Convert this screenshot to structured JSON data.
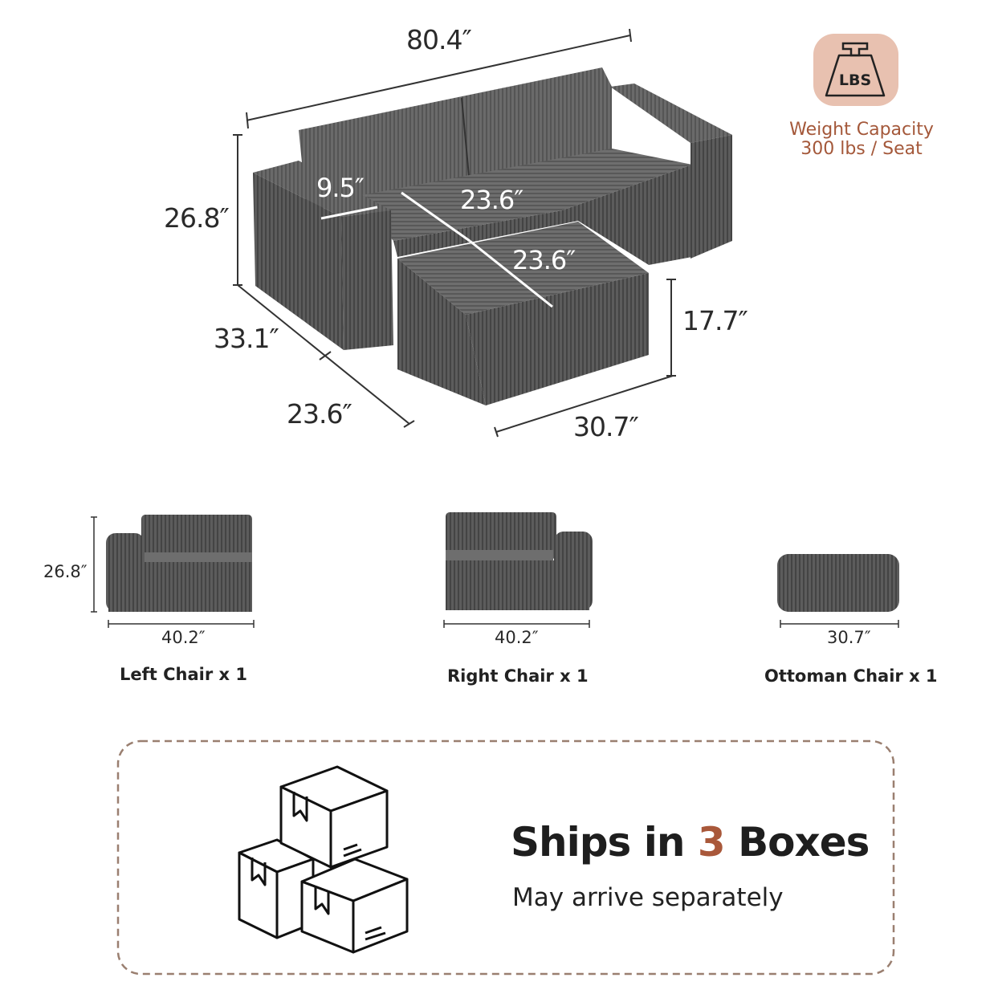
{
  "sofa_dimensions": {
    "total_width": "80.4″",
    "height": "26.8″",
    "depth": "33.1″",
    "ottoman_depth": "23.6″",
    "ottoman_width": "30.7″",
    "ottoman_height": "17.7″",
    "arm_width": "9.5″",
    "seat_depth": "23.6″",
    "ottoman_top_depth": "23.6″"
  },
  "weight_badge": {
    "icon": "weight-lbs-icon",
    "icon_text": "LBS",
    "line1": "Weight Capacity",
    "line2": "300 lbs / Seat",
    "color": "#a4583a",
    "badge_color": "#e8c1b0"
  },
  "components": [
    {
      "name": "Left Chair x 1",
      "width": "40.2″",
      "height": "26.8″"
    },
    {
      "name": "Right Chair x 1",
      "width": "40.2″"
    },
    {
      "name": "Ottoman Chair x 1",
      "width": "30.7″"
    }
  ],
  "shipping": {
    "title_pre": "Ships in ",
    "count": "3",
    "title_post": " Boxes",
    "subtitle": "May arrive separately",
    "icon": "stacked-boxes-icon",
    "border_color": "#9a7f70"
  }
}
